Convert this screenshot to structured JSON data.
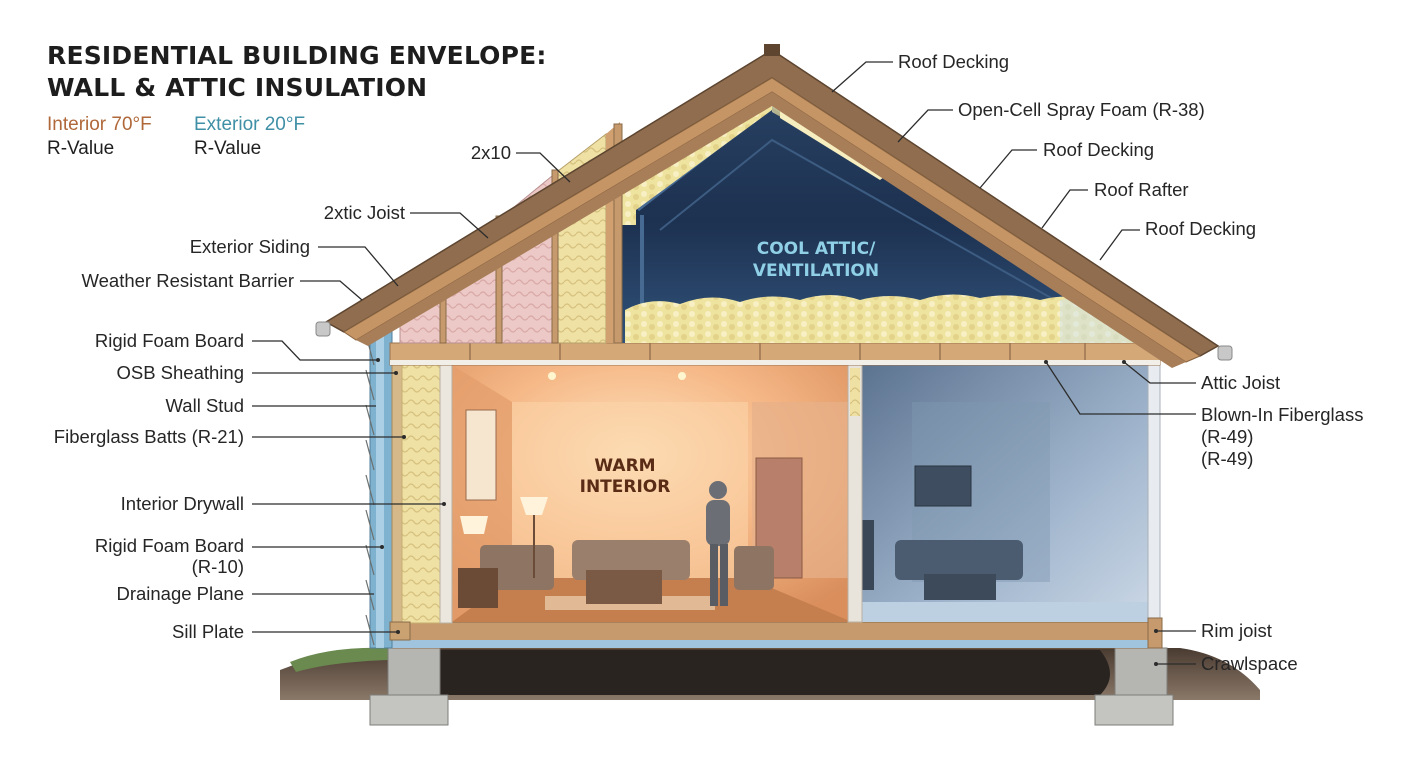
{
  "title": {
    "line1": "RESIDENTIAL BUILDING ENVELOPE:",
    "line2": "WALL & ATTIC INSULATION"
  },
  "legend": {
    "interior_temp": "Interior 70°F",
    "interior_rvalue": "R-Value",
    "exterior_temp": "Exterior 20°F",
    "exterior_rvalue": "R-Value"
  },
  "zones": {
    "attic": "COOL ATTIC/\nVENTILATION",
    "interior": "WARM\nINTERIOR"
  },
  "labels_left": [
    "2x10",
    "2xtic Joist",
    "Exterior Siding",
    "Weather Resistant Barrier",
    "Rigid Foam Board",
    "OSB Sheathing",
    "Wall Stud",
    "Fiberglass Batts (R-21)",
    "Interior Drywall",
    "Rigid Foam Board\n(R-10)",
    "Drainage Plane",
    "Sill Plate"
  ],
  "labels_right": [
    "Roof Decking",
    "Open-Cell Spray Foam (R-38)",
    "Roof Decking",
    "Roof Rafter",
    "Roof Decking",
    "Attic Joist",
    "Blown-In Fiberglass\n(R-49)\n(R-49)",
    "Rim joist",
    "Crawlspace"
  ],
  "colors": {
    "interior_accent": "#b0683a",
    "exterior_accent": "#3f8fa6",
    "warm_interior": "#f6b887",
    "cool_room": "#9fb4cc",
    "attic_dark": "#1e3454",
    "insulation": "#efe3a0",
    "fiberglass_pink": "#e9c3c3",
    "wood": "#a87e58"
  }
}
